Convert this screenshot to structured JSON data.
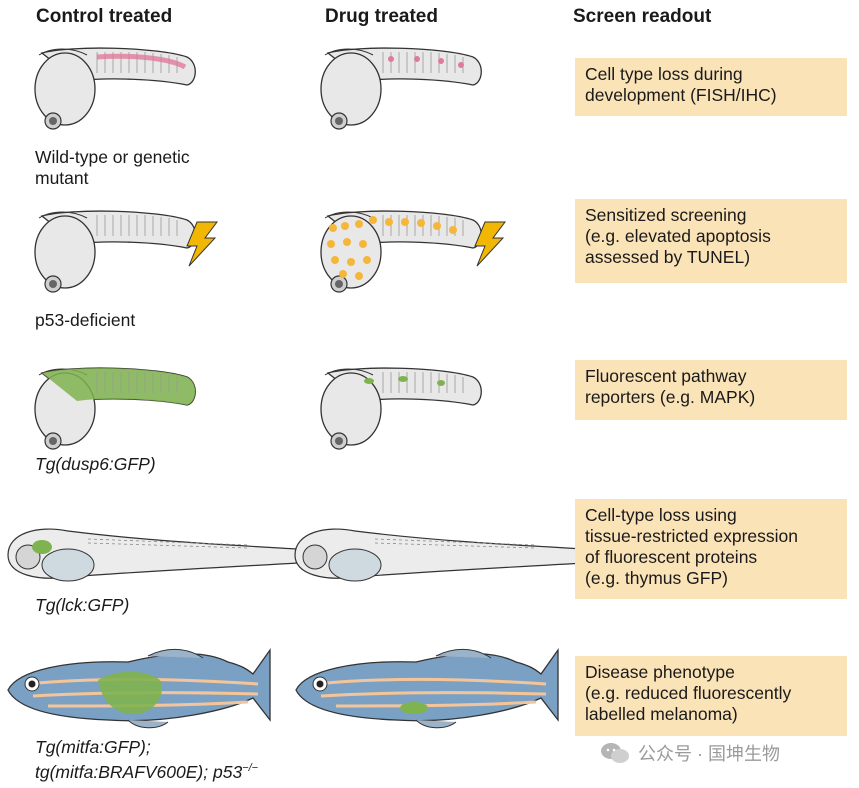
{
  "headers": {
    "control": "Control treated",
    "drug": "Drug treated",
    "readout": "Screen readout"
  },
  "rows": [
    {
      "label_lines": [
        "Wild-type or genetic",
        "mutant"
      ],
      "readout_lines": [
        "Cell type loss during",
        "development (FISH/IHC)"
      ]
    },
    {
      "label_lines": [
        "p53-deficient"
      ],
      "readout_lines": [
        "Sensitized screening",
        "(e.g. elevated apoptosis",
        "assessed by TUNEL)"
      ]
    },
    {
      "label_lines": [
        "Tg(dusp6:GFP)"
      ],
      "readout_lines": [
        "Fluorescent pathway",
        "reporters (e.g. MAPK)"
      ]
    },
    {
      "label_lines": [
        "Tg(lck:GFP)"
      ],
      "readout_lines": [
        "Cell-type loss using",
        "tissue-restricted expression",
        "of fluorescent proteins",
        "(e.g. thymus GFP)"
      ]
    },
    {
      "label_lines": [
        "Tg(mitfa:GFP);",
        "tg(mitfa:BRAFV600E); p53"
      ],
      "label_sup": "−/−",
      "readout_lines": [
        "Disease phenotype",
        "(e.g. reduced fluorescently",
        "labelled melanoma)"
      ]
    }
  ],
  "watermark": "公众号 · 国坤生物",
  "colors": {
    "readout_box": "#fbe3b8",
    "pink_staining": "#e07a9a",
    "apoptosis_dots": "#f5b63a",
    "gfp_green": "#7fb34f",
    "lightning": "#f2b705",
    "embryo_fill": "#e8e8e8"
  },
  "icons": [
    "lightning-bolt-icon",
    "wechat-icon"
  ]
}
